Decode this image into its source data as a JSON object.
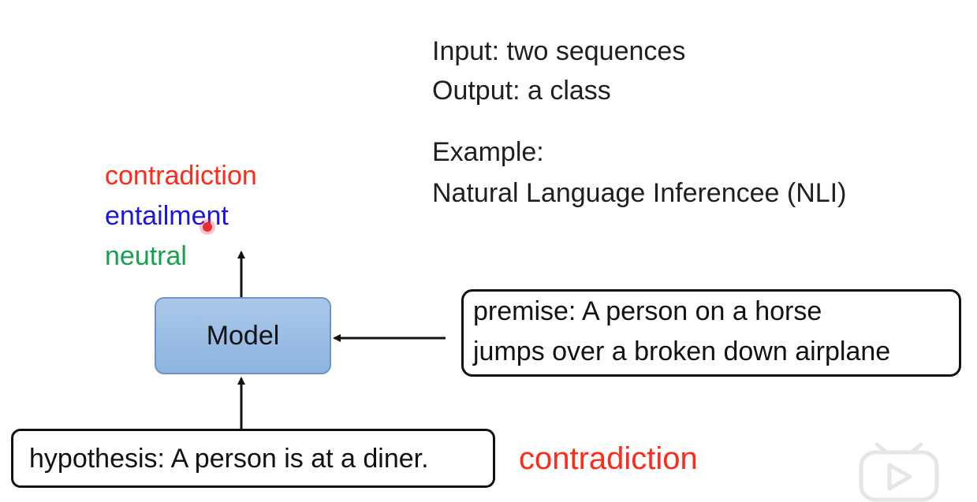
{
  "info": {
    "input": "Input: two sequences",
    "output": "Output: a class",
    "example_label": "Example:",
    "example_value": "Natural Language Inferencee (NLI)"
  },
  "classes": [
    {
      "label": "contradiction",
      "color": "#ff2a1a"
    },
    {
      "label": "entailment",
      "color": "#1b14e6"
    },
    {
      "label": "neutral",
      "color": "#17a04e"
    }
  ],
  "model": {
    "label": "Model"
  },
  "premise": {
    "line1": "premise: A person on a horse",
    "line2": "jumps over a broken down airplane"
  },
  "hypothesis": {
    "text": "hypothesis: A person is at a diner."
  },
  "result": {
    "text": "contradiction",
    "color": "#ff2a1a"
  },
  "icons": {
    "player": "play-button-icon",
    "cursor": "cursor-dot"
  }
}
